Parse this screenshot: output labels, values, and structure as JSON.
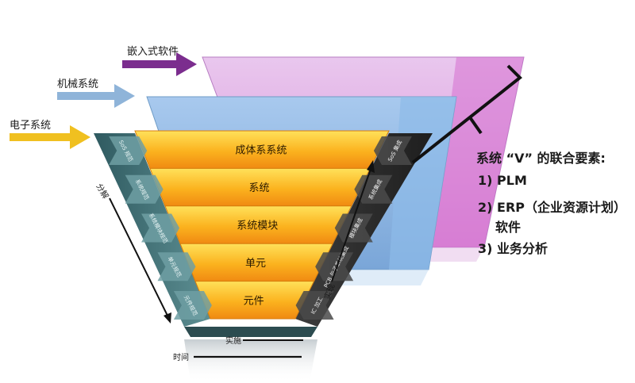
{
  "inputs": {
    "embedded": {
      "label": "嵌入式软件",
      "color": "#7b2d8e"
    },
    "mechanical": {
      "label": "机械系统",
      "color": "#8fb4d9"
    },
    "electronic": {
      "label": "电子系统",
      "color": "#f0c020"
    }
  },
  "layers": [
    "成体系系统",
    "系统",
    "系统模块",
    "单元",
    "元件"
  ],
  "left_steps": [
    "SoS 规范",
    "系统规范",
    "系统模块规范",
    "单元规范",
    "元件规范"
  ],
  "right_steps": [
    "SoS 集成",
    "系统集成",
    "模块集成",
    "PCB 与子系统集成",
    "IC 加工"
  ],
  "axes": {
    "decompose": "分解",
    "realize": "实现",
    "implement": "实施",
    "time": "时间"
  },
  "legend": {
    "title": "系统 “V” 的联合要素:",
    "items": [
      "1) PLM",
      "2) ERP（企业资源计划）",
      "软件",
      "3) 业务分析"
    ]
  },
  "colors": {
    "layer_top": "#ffd13a",
    "layer_bottom": "#f07a10",
    "shell": "#3f6f6f"
  }
}
